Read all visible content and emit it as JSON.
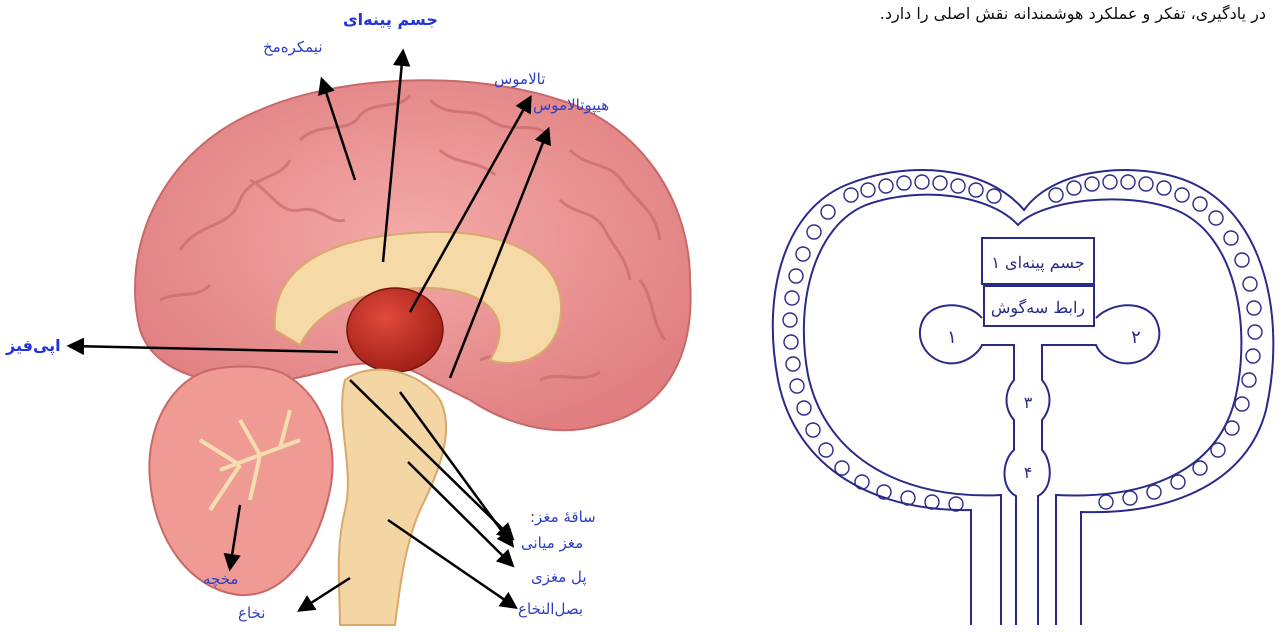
{
  "intro_text": "در یادگیری، تفکر و عملکرد هوشمندانه نقش اصلی را دارد.",
  "brain_labels": {
    "corpus_callosum": "جسم پینه‌ای",
    "hemisphere": "نیمکره‌مخ",
    "thalamus": "تالاموس",
    "hypothalamus": "هیپوتالاموس",
    "epiphysis": "اپی‌فیز",
    "brainstem": "ساقۀ مغز:",
    "midbrain": "مغز میانی",
    "pons": "پل مغزی",
    "cerebellum": "مخچه",
    "medulla": "بصل‌النخاع",
    "spinal_cord": "نخاع"
  },
  "sketch": {
    "box_top": "جسم پینه‌ای ۱",
    "box_bottom": "رابط سه‌گوش",
    "ventricle_1": "۱",
    "ventricle_2": "۲",
    "ventricle_3": "۳",
    "ventricle_4": "۴"
  },
  "colors": {
    "label_blue": "#2d3fc4",
    "brain_pink": "#e8888a",
    "ink": "#2a2a8a"
  }
}
